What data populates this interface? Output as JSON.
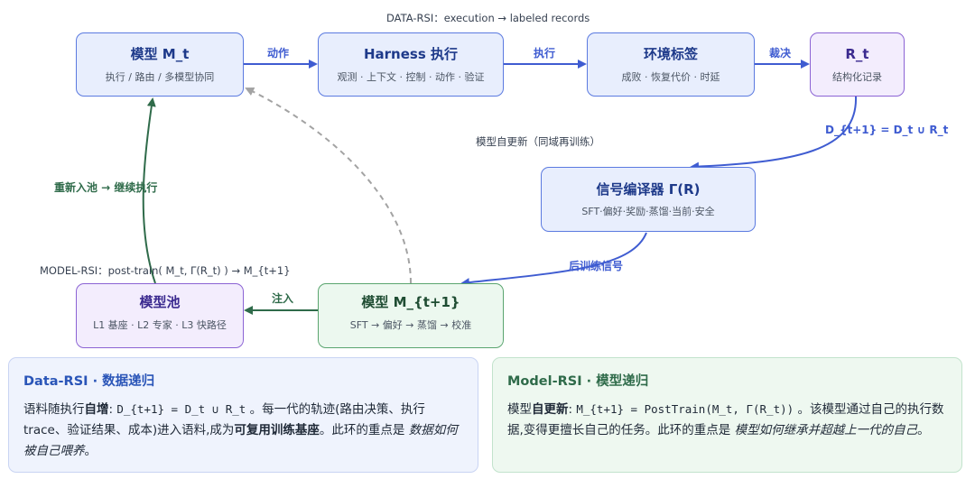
{
  "captions": {
    "data_rsi": "DATA-RSI：execution → labeled records",
    "model_self_update": "模型自更新（同域再训练）",
    "model_rsi": "MODEL-RSI：post-train( M_t, Γ(R_t) ) → M_{t+1}"
  },
  "nodes": {
    "model_mt": {
      "title": "模型 M_t",
      "subtitle": "执行 / 路由 / 多模型协同"
    },
    "harness": {
      "title": "Harness 执行",
      "subtitle": "观测 · 上下文 · 控制 · 动作 · 验证"
    },
    "env_label": {
      "title": "环境标签",
      "subtitle": "成败 · 恢复代价 · 时延"
    },
    "rt": {
      "title": "R_t",
      "subtitle": "结构化记录"
    },
    "signal_compiler": {
      "title": "信号编译器 Γ(R)",
      "subtitle": "SFT·偏好·奖励·蒸馏·当前·安全"
    },
    "model_pool": {
      "title": "模型池",
      "subtitle": "L1 基座 · L2 专家 · L3 快路径"
    },
    "model_mt1": {
      "title": "模型 M_{t+1}",
      "subtitle": "SFT → 偏好 → 蒸馏 → 校准"
    }
  },
  "edges": {
    "action": "动作",
    "execute": "执行",
    "adjudicate": "裁决",
    "union": "D_{t+1} = D_t ∪ R_t",
    "post_train_signal": "后训练信号",
    "inject": "注入",
    "reenter": "重新入池 → 继续执行"
  },
  "panels": {
    "data_rsi": {
      "title": "Data-RSI · 数据递归",
      "p1": "语料随执行",
      "p1b": "自增",
      "p2": ": ",
      "code": "D_{t+1} = D_t ∪ R_t",
      "p3": " 。每一代的轨迹(路由决策、执行 trace、验证结果、成本)进入语料,成为",
      "p3b": "可复用训练基座",
      "p4": "。此环的重点是 ",
      "em": "数据如何被自己喂养",
      "p5": "。"
    },
    "model_rsi": {
      "title": "Model-RSI · 模型递归",
      "p1": "模型",
      "p1b": "自更新",
      "p2": ": ",
      "code": "M_{t+1} = PostTrain(M_t, Γ(R_t))",
      "p3": " 。该模型通过自己的执行数据,变得更擅长自己的任务。此环的重点是 ",
      "em": "模型如何继承并超越上一代的自己",
      "p4": "。"
    }
  },
  "colors": {
    "blue_arrow": "#3f5cd1",
    "green_arrow": "#2f6b4a",
    "dashed_arrow": "#a3a3a3"
  }
}
